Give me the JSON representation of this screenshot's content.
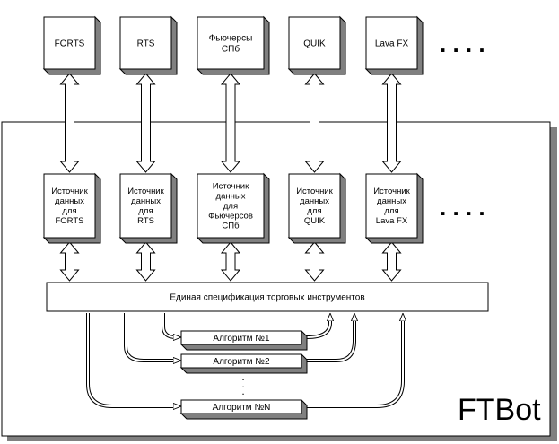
{
  "exchanges": [
    "FORTS",
    "RTS",
    "Фьючерсы\nСПб",
    "QUIK",
    "Lava FX"
  ],
  "sources": [
    "Источник\nданных\nдля\nFORTS",
    "Источник\nданных\nдля\nRTS",
    "Источник\nданных\nдля\nФьючерсов\nСПб",
    "Источник\nданных\nдля\nQUIK",
    "Источник\nданных\nдля\nLava FX"
  ],
  "ellipsis_top": ". . . .",
  "ellipsis_mid": ". . . .",
  "spec_label": "Единая спецификация торговых инструментов",
  "algorithms": [
    "Алгоритм №1",
    "Алгоритм №2",
    "Алгоритм №N"
  ],
  "algo_vdots": ".\n.\n.",
  "container_label": "FTBot"
}
